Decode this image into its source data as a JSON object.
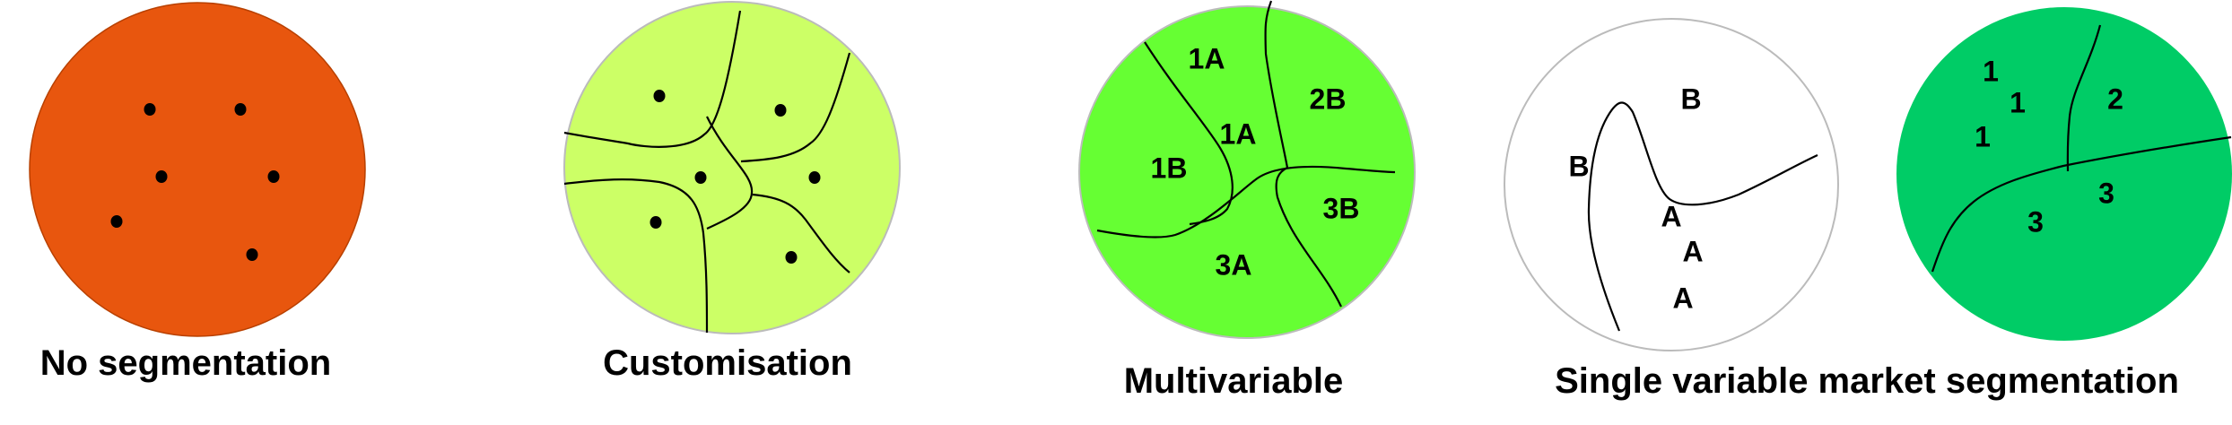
{
  "colors": {
    "no_segmentation": "#e8560e",
    "customisation": "#ccff66",
    "multivariable": "#66ff33",
    "single_variable_left": "#ffffff",
    "single_variable_right": "#00cc66",
    "outline": "#bbbbbb"
  },
  "panels": {
    "no_segmentation": {
      "label": "No segmentation"
    },
    "customisation": {
      "label": "Customisation"
    },
    "multivariable": {
      "label": "Multivariable",
      "segments": [
        "1A",
        "2B",
        "1A",
        "1B",
        "3B",
        "3A"
      ]
    },
    "single_variable": {
      "label": "Single variable market segmentation",
      "left_segments": [
        "B",
        "B",
        "A",
        "A",
        "A"
      ],
      "right_segments": [
        "1",
        "1",
        "1",
        "2",
        "3",
        "3"
      ]
    }
  }
}
